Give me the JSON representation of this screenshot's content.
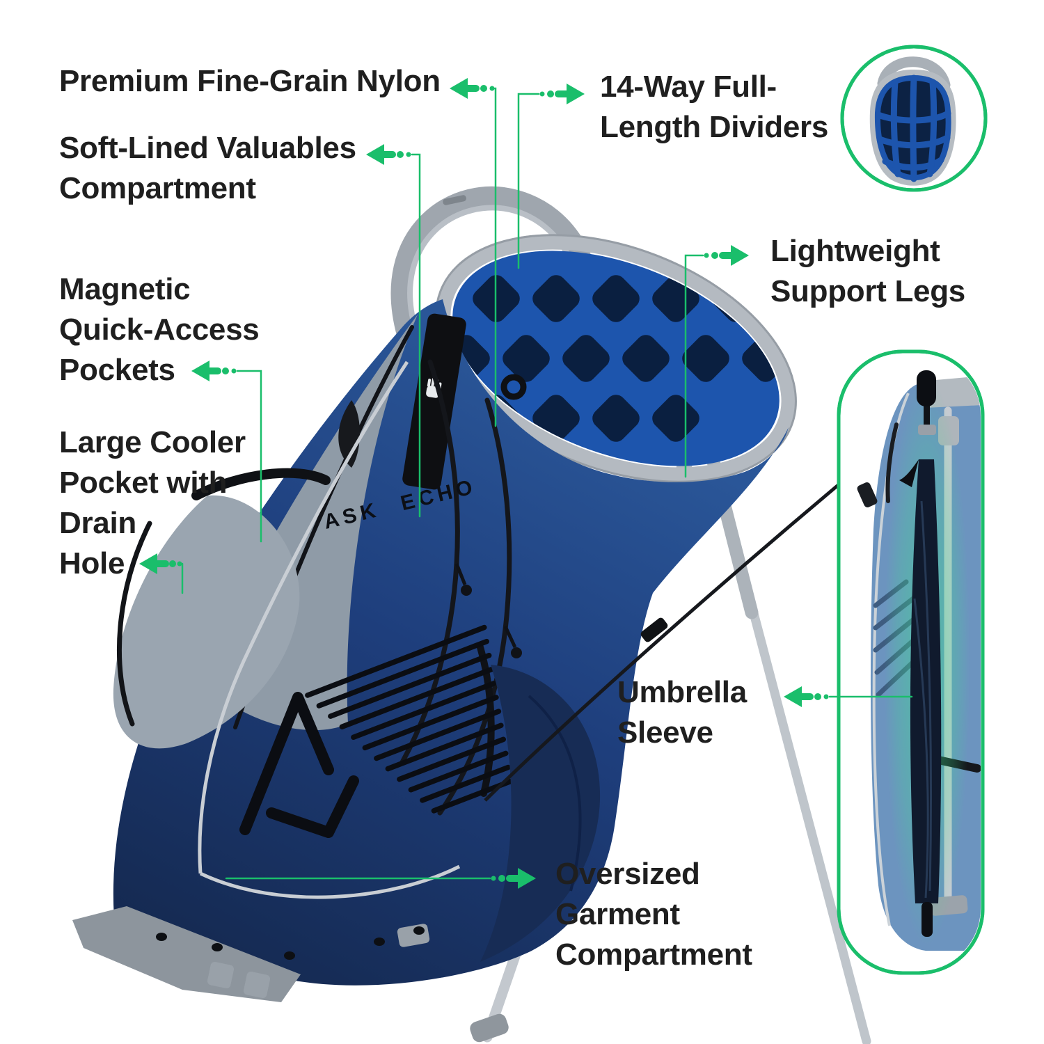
{
  "colors": {
    "accent": "#1ABE6B",
    "title_text": "#1F1F1F",
    "bag_navy": "#1E3E7C",
    "bag_navy_dark": "#16294E",
    "divider_blue": "#1D55AD",
    "divider_cell_dark": "#0A1F40",
    "gray_panel": "#8F9BA7",
    "silver_leg": "#C3C8CE",
    "inset_bag_blue": "#6C94BF",
    "umbrella_black": "#101A2D"
  },
  "labels": {
    "premium": {
      "lines": [
        "Premium Fine-Grain Nylon"
      ]
    },
    "dividers": {
      "lines": [
        "14-Way Full-",
        "Length Dividers"
      ]
    },
    "valuables": {
      "lines": [
        "Soft-Lined Valuables",
        "Compartment"
      ]
    },
    "magnetic": {
      "lines": [
        "Magnetic",
        "Quick-Access",
        "Pockets"
      ]
    },
    "cooler": {
      "lines": [
        "Large Cooler",
        "Pocket with",
        "Drain",
        "Hole"
      ]
    },
    "legs": {
      "lines": [
        "Lightweight",
        "Support Legs"
      ]
    },
    "umbrella": {
      "lines": [
        "Umbrella",
        "Sleeve"
      ]
    },
    "garment": {
      "lines": [
        "Oversized",
        "Garment",
        "Compartment"
      ]
    }
  },
  "product": {
    "brand_text": "ASK ECHO"
  }
}
